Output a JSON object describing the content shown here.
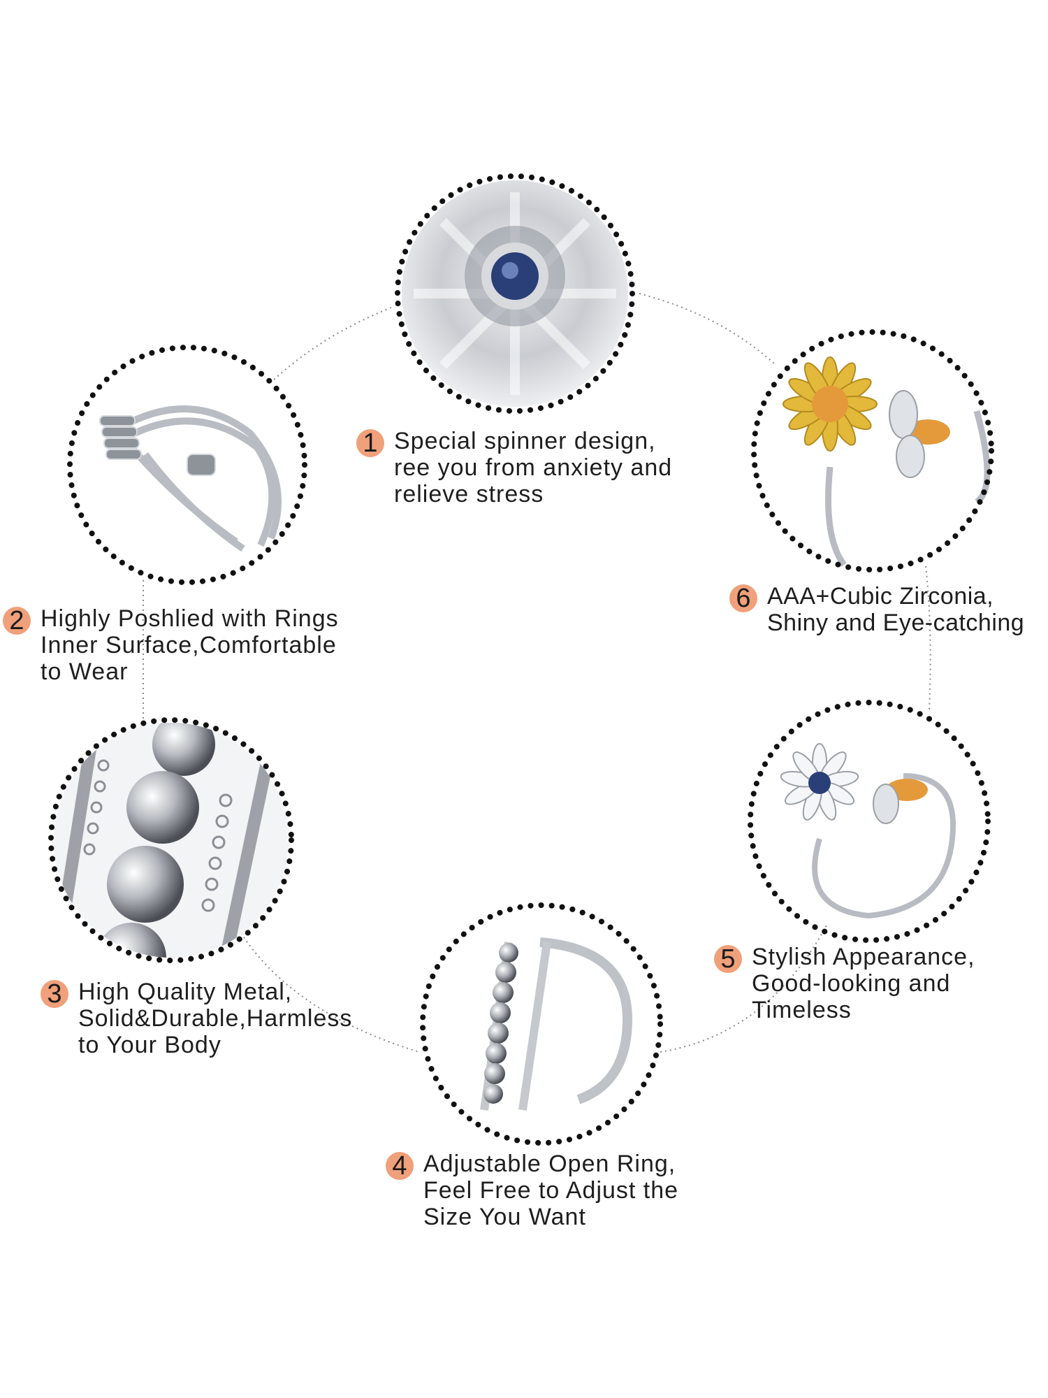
{
  "features": [
    {
      "number": "1",
      "lines": [
        "Special spinner design,",
        "ree you from anxiety and",
        "relieve stress"
      ],
      "image": "spinner-ring-closeup"
    },
    {
      "number": "2",
      "lines": [
        "Highly Poshlied with Rings",
        "Inner Surface,Comfortable",
        "to Wear"
      ],
      "image": "coil-spinner-ring"
    },
    {
      "number": "3",
      "lines": [
        "High Quality Metal,",
        "Solid&Durable,Harmless",
        "to Your Body"
      ],
      "image": "bead-ring-macro"
    },
    {
      "number": "4",
      "lines": [
        "Adjustable Open Ring,",
        "Feel Free to Adjust the",
        "Size You Want"
      ],
      "image": "bead-band-ring"
    },
    {
      "number": "5",
      "lines": [
        "Stylish Appearance,",
        "Good-looking and",
        "Timeless"
      ],
      "image": "daisy-bee-ring"
    },
    {
      "number": "6",
      "lines": [
        "AAA+Cubic Zirconia,",
        "Shiny and Eye-catching"
      ],
      "image": "sunflower-bee-ring"
    }
  ],
  "colors": {
    "badge": "#f0a07a",
    "text": "#1e1e1e",
    "dotted_ring": "#111111",
    "silver": "#c8ccd2",
    "gold": "#e2b93a",
    "blue_stone": "#2a3f78",
    "amber_stone": "#e49a3a"
  }
}
